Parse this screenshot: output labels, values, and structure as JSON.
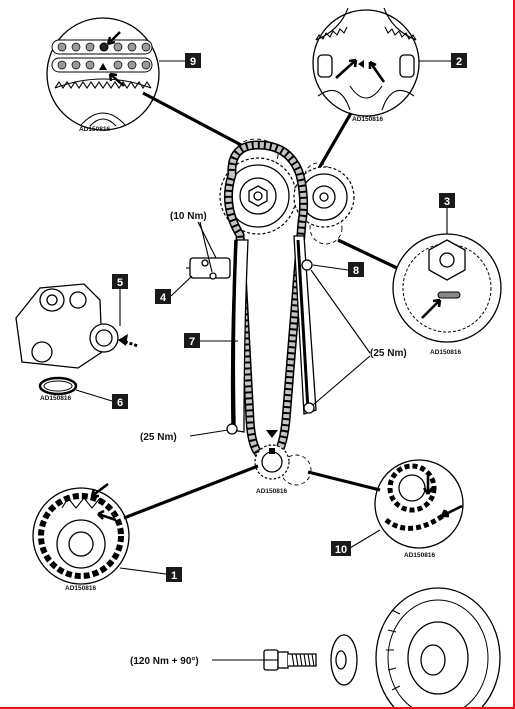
{
  "callouts": {
    "c1": "1",
    "c2": "2",
    "c3": "3",
    "c4": "4",
    "c5": "5",
    "c6": "6",
    "c7": "7",
    "c8": "8",
    "c9": "9",
    "c10": "10"
  },
  "torques": {
    "guide_bolts": "(10 Nm)",
    "tensioner_guide": "(25 Nm)",
    "lower_guide": "(25 Nm)",
    "crank_bolt": "(120 Nm + 90°)"
  },
  "refs": {
    "detail9": "AD150816",
    "detail2": "AD150816",
    "detail3": "AD150816",
    "tensioner": "AD150816",
    "crank_detail": "AD150816",
    "detail10": "AD150816",
    "main": "AD150816"
  },
  "colors": {
    "frame_border": "#e8121a",
    "callout_box": "#1a1a1a"
  }
}
